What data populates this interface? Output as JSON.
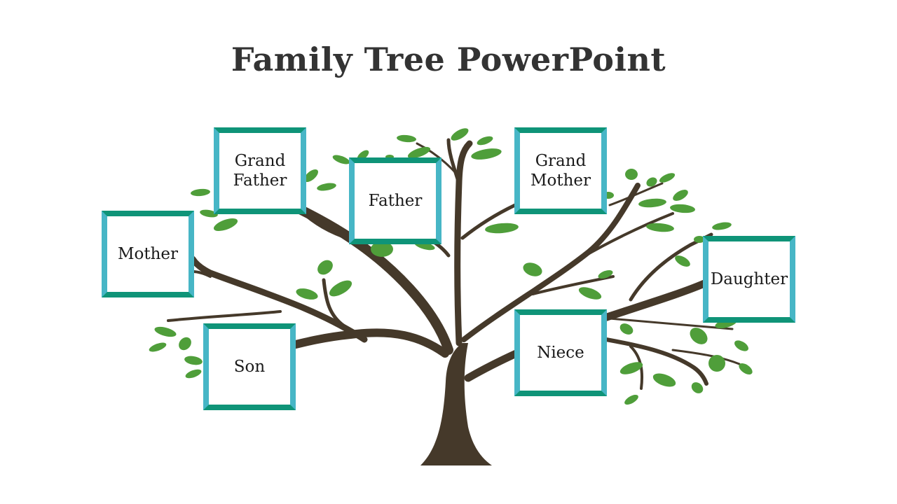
{
  "title": "Family Tree PowerPoint",
  "colors": {
    "trunk": "#45392a",
    "leaf": "#4f9e3a",
    "frame_top_bottom": "#0f9478",
    "frame_sides": "#47b6c6",
    "title_text": "#333333"
  },
  "members": {
    "grand_father": "Grand\nFather",
    "father": "Father",
    "grand_mother": "Grand\nMother",
    "mother": "Mother",
    "daughter": "Daughter",
    "son": "Son",
    "niece": "Niece"
  }
}
